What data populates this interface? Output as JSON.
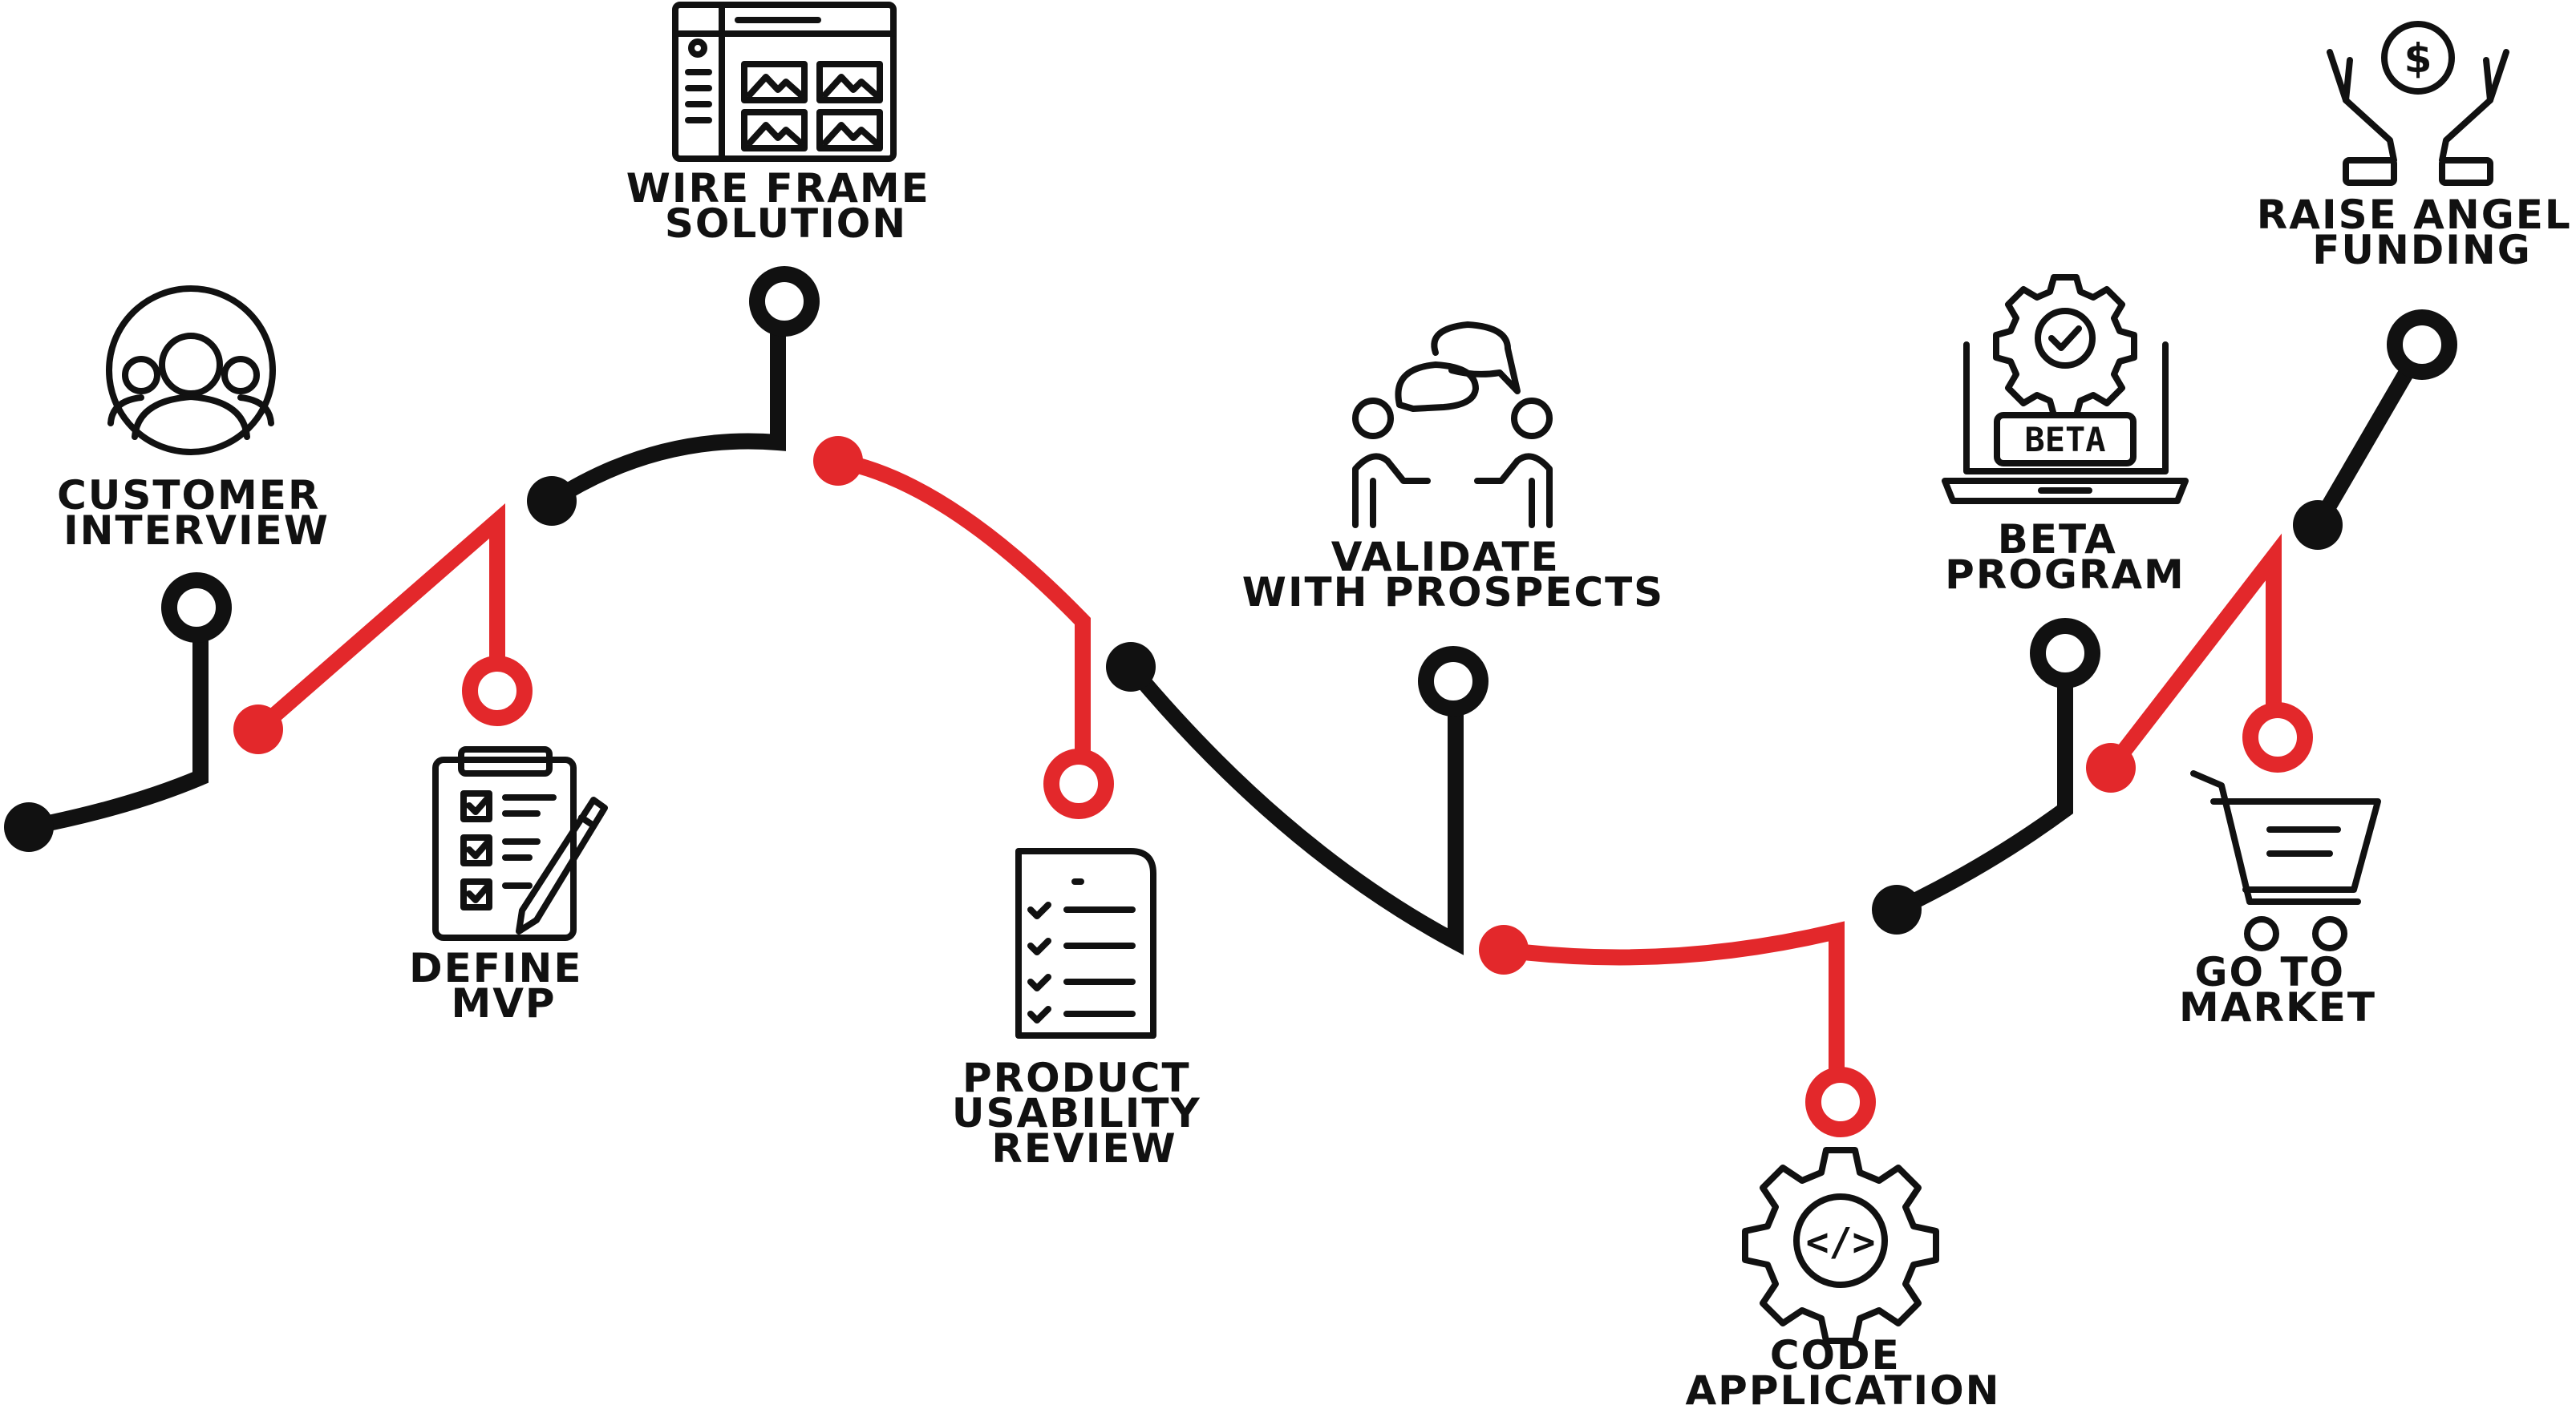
{
  "palette": {
    "black": "#111111",
    "red": "#e3282b",
    "background": "#ffffff"
  },
  "steps": [
    {
      "id": "customer-interview",
      "lines": [
        "CUSTOMER",
        "INTERVIEW"
      ],
      "color": "black",
      "icon": "users-icon"
    },
    {
      "id": "define-mvp",
      "lines": [
        "DEFINE",
        "MVP"
      ],
      "color": "red",
      "icon": "clipboard-checklist-icon"
    },
    {
      "id": "wire-frame-solution",
      "lines": [
        "WIRE FRAME",
        "SOLUTION"
      ],
      "color": "black",
      "icon": "wireframe-icon"
    },
    {
      "id": "product-usability-review",
      "lines": [
        "PRODUCT",
        "USABILITY",
        "REVIEW"
      ],
      "color": "red",
      "icon": "checklist-document-icon"
    },
    {
      "id": "validate-with-prospects",
      "lines": [
        "VALIDATE",
        "WITH PROSPECTS"
      ],
      "color": "black",
      "icon": "conversation-icon"
    },
    {
      "id": "code-application",
      "lines": [
        "CODE",
        "APPLICATION"
      ],
      "color": "red",
      "icon": "code-gear-icon"
    },
    {
      "id": "beta-program",
      "lines": [
        "BETA",
        "PROGRAM"
      ],
      "color": "black",
      "icon": "beta-laptop-icon"
    },
    {
      "id": "go-to-market",
      "lines": [
        "GO TO",
        "MARKET"
      ],
      "color": "red",
      "icon": "shopping-cart-icon"
    },
    {
      "id": "raise-angel-funding",
      "lines": [
        "RAISE ANGEL",
        "FUNDING"
      ],
      "color": "black",
      "icon": "funding-hands-icon"
    }
  ],
  "icon_text": {
    "beta": "BETA",
    "code": "</>",
    "dollar": "$"
  }
}
